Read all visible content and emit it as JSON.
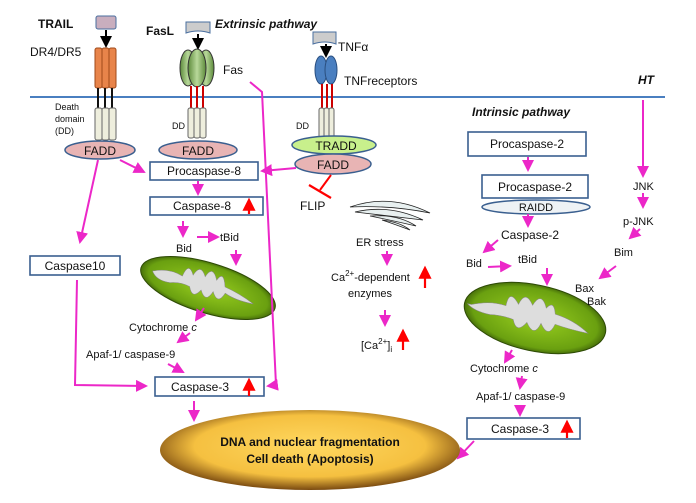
{
  "extrinsic": {
    "title": "Extrinsic pathway",
    "trail": "TRAIL",
    "dr": "DR4/DR5",
    "death_domain": [
      "Death",
      "domain",
      "(DD)"
    ],
    "fasl": "FasL",
    "fas": "Fas",
    "tnf": "TNFα",
    "tnfr": "TNFreceptors",
    "dd": "DD",
    "fadd": "FADD",
    "tradd": "TRADD",
    "procaspase8": "Procaspase-8",
    "caspase8": "Caspase-8",
    "caspase10": "Caspase10",
    "bid": "Bid",
    "tbid": "tBid",
    "cytochrome": "Cytochrome ",
    "cyto_c": "c",
    "apaf": "Apaf-1/ caspase-9",
    "caspase3": "Caspase-3",
    "flip": "FLIP"
  },
  "er": {
    "stress": "ER stress",
    "ca_dep_1": "Ca",
    "ca_sup": "2+",
    "ca_dep_2": "-dependent",
    "enzymes": "enzymes",
    "cai_1": "[Ca",
    "cai_sup": "2+",
    "cai_2": "]",
    "cai_sub": "i"
  },
  "ht": "HT",
  "intrinsic": {
    "title": "Intrinsic pathway",
    "procaspase2_a": "Procaspase-2",
    "procaspase2_b": "Procaspase-2",
    "raidd": "RAIDD",
    "caspase2": "Caspase-2",
    "bid": "Bid",
    "tbid": "tBid",
    "jnk": "JNK",
    "pjnk": "p-JNK",
    "bim": "Bim",
    "bax": "Bax",
    "bak": "Bak",
    "cytochrome": "Cytochrome ",
    "cyto_c": "c",
    "apaf": "Apaf-1/ caspase-9",
    "caspase3": "Caspase-3"
  },
  "outcome": {
    "line1": "DNA and nuclear fragmentation",
    "line2": "Cell death (Apoptosis)"
  },
  "colors": {
    "arrow": "#ec27c8",
    "increase": "#ff0000",
    "membrane": "#4a7fc0",
    "fadd": "#e8b4b4",
    "tradd": "#c8f08c"
  }
}
